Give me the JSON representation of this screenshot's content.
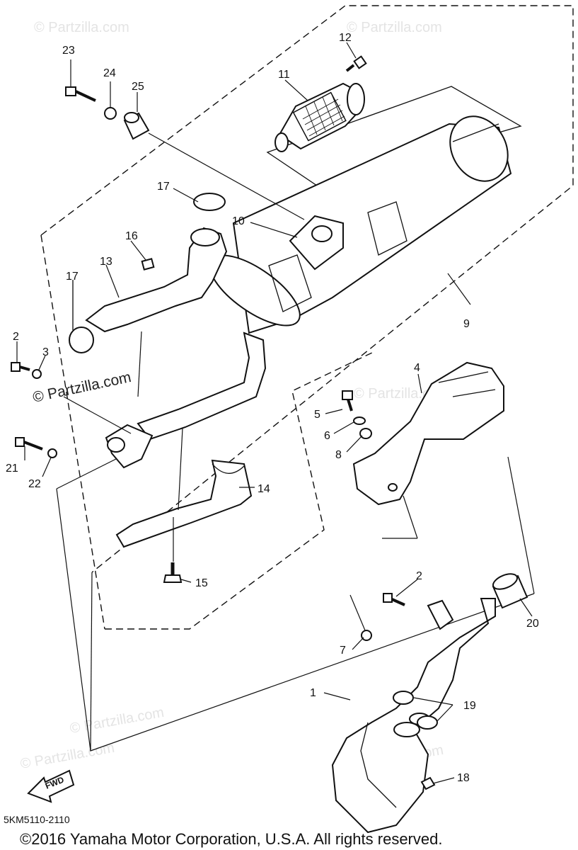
{
  "watermarks": {
    "brand": "© Partzilla.com",
    "faint": [
      "© Partzilla.com",
      "© Partzilla.com",
      "© Partzilla.com",
      "© Partzilla.com",
      "© Partzilla.com",
      "© Partzilla.com"
    ]
  },
  "part_labels": [
    "1",
    "2",
    "2",
    "3",
    "4",
    "5",
    "6",
    "7",
    "8",
    "9",
    "10",
    "11",
    "12",
    "13",
    "14",
    "15",
    "16",
    "17",
    "17",
    "18",
    "19",
    "20",
    "21",
    "22",
    "23",
    "24",
    "25"
  ],
  "fwd_label": "FWD",
  "diagram_code": "5KM5110-2110",
  "copyright": "©2016  Yamaha Motor Corporation, U.S.A. All rights reserved."
}
